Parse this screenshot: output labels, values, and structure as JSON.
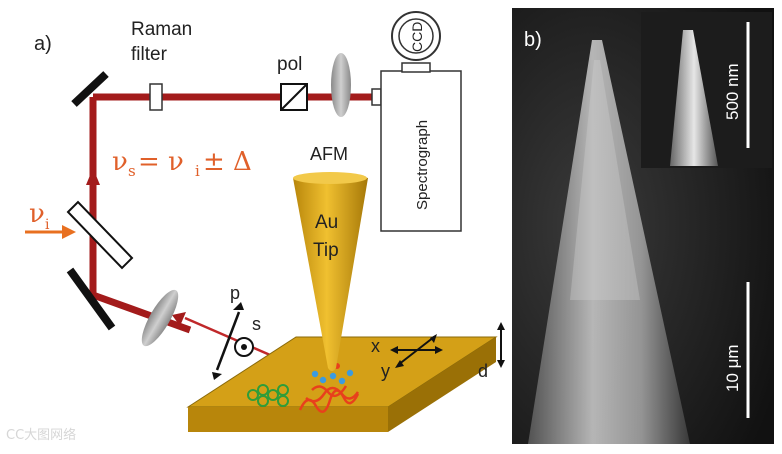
{
  "panel_a": {
    "label": "a)",
    "raman_filter_line1": "Raman",
    "raman_filter_line2": "filter",
    "pol": "pol",
    "ccd": "CCD",
    "spectrograph": "Spectrograph",
    "equation_left": "ν",
    "equation_left_sub": "s",
    "equation_mid": " = ν",
    "equation_mid_sub": "i",
    "equation_right": "± Δ",
    "input_nu": "ν",
    "input_nu_sub": "i",
    "afm": "AFM",
    "tip_line1": "Au",
    "tip_line2": "Tip",
    "p": "p",
    "s": "s",
    "x": "x",
    "y": "y",
    "d": "d"
  },
  "panel_b": {
    "label": "b)",
    "scale_inset": "500 nm",
    "scale_main": "10 μm"
  },
  "watermark": "CC大图网络",
  "colors": {
    "beam": "#a31b1b",
    "input_beam": "#e87020",
    "equation": "#e0602a",
    "gold": "#d4a017",
    "sem_bg": "#1a1a1a"
  }
}
